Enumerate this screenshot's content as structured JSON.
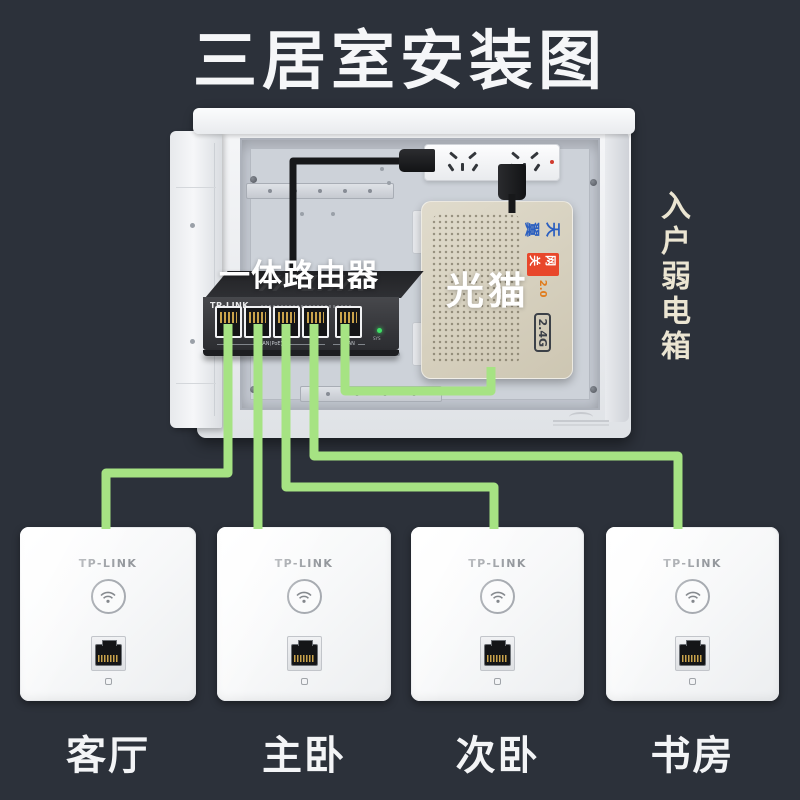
{
  "title": "三居室安装图",
  "side_label": "入户弱电箱",
  "box": {
    "router_label": "一体路由器",
    "modem_label": "光猫"
  },
  "switch": {
    "brand": "TP-LINK",
    "lan_label": "LAN(PoE)",
    "wan_label": "WAN",
    "led_label": "SYS"
  },
  "modem": {
    "brand_blue": "天翼",
    "brand_red": "网关",
    "version": "2.0",
    "badge": "2.4G"
  },
  "aps": [
    {
      "brand": "TP-LINK",
      "room": "客厅"
    },
    {
      "brand": "TP-LINK",
      "room": "主卧"
    },
    {
      "brand": "TP-LINK",
      "room": "次卧"
    },
    {
      "brand": "TP-LINK",
      "room": "书房"
    }
  ],
  "colors": {
    "background": "#2c313a",
    "cable_green": "#a6e383",
    "cable_black": "#17181a",
    "modem_beige": "#d6d0be",
    "title_text": "#f5f6f8",
    "side_label_text": "#ebe5d2"
  }
}
